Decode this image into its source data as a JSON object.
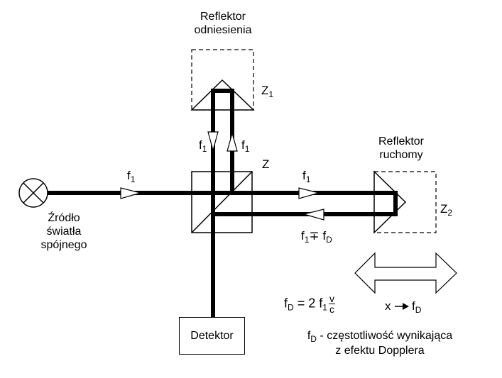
{
  "labels": {
    "ref_reflector_line1": "Reflektor",
    "ref_reflector_line2": "odniesienia",
    "moving_reflector_line1": "Reflektor",
    "moving_reflector_line2": "ruchomy",
    "source_line1": "Źródło",
    "source_line2": "światła",
    "source_line3": "spójnego",
    "detector": "Detektor",
    "z": "Z",
    "z1_base": "Z",
    "z1_sub": "1",
    "z2_base": "Z",
    "z2_sub": "2"
  },
  "beams": {
    "f_base": "f",
    "f_sub": "1",
    "fd_sub": "D",
    "minus_plus": "∓"
  },
  "formula": {
    "lhs_base": "f",
    "lhs_sub": "D",
    "equals": "=",
    "coef": "2",
    "f_base": "f",
    "f_sub": "1",
    "numerator": "v",
    "denominator": "c"
  },
  "motion": {
    "x": "x",
    "arrow": "→",
    "f_base": "f",
    "f_sub": "D"
  },
  "legend": {
    "f_base": "f",
    "f_sub": "D",
    "line1_rest": " - częstotliwość wynikająca",
    "line2": "z efektu Dopplera"
  },
  "colors": {
    "stroke": "#000000",
    "background": "#ffffff"
  }
}
